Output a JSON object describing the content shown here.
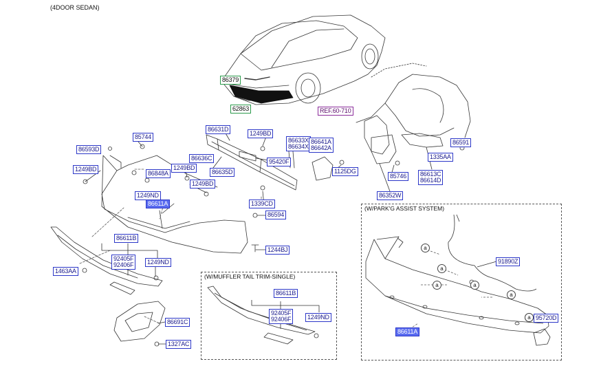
{
  "header": {
    "title": "(4DOOR SEDAN)"
  },
  "inset_muffler": {
    "title": "(W/MUFFLER TAIL TRIM-SINGLE)"
  },
  "inset_parking": {
    "title": "(W/PARK'G ASSIST SYSTEM)"
  },
  "callout_letter": "a",
  "colors": {
    "label_border": "#2b36c8",
    "label_text": "#1a1a8c",
    "selected_fill": "#5a6cf0",
    "green_border": "#2a9a4a",
    "ref_border": "#8a2a9a",
    "line": "#333333"
  },
  "parts": [
    {
      "id": "p86379",
      "text": "86379",
      "style": "grn"
    },
    {
      "id": "p62863",
      "text": "62863",
      "style": "grn"
    },
    {
      "id": "pref",
      "text": "REF.60-710",
      "style": "ref"
    },
    {
      "id": "p85744",
      "text": "85744"
    },
    {
      "id": "p86631D",
      "text": "86631D"
    },
    {
      "id": "p1249BD_a",
      "text": "1249BD"
    },
    {
      "id": "p86593D",
      "text": "86593D"
    },
    {
      "id": "p86636C",
      "text": "86636C"
    },
    {
      "id": "p86848A",
      "text": "86848A"
    },
    {
      "id": "p1249BD_b",
      "text": "1249BD"
    },
    {
      "id": "p86635D",
      "text": "86635D"
    },
    {
      "id": "p1249BD_c",
      "text": "1249BD"
    },
    {
      "id": "p1249BD_d",
      "text": "1249BD"
    },
    {
      "id": "p86633X",
      "text": "86633X\n86634X"
    },
    {
      "id": "p86641A",
      "text": "86641A\n86642A"
    },
    {
      "id": "p95420F",
      "text": "95420F"
    },
    {
      "id": "p1125DG",
      "text": "1125DG"
    },
    {
      "id": "p86591",
      "text": "86591"
    },
    {
      "id": "p1335AA",
      "text": "1335AA"
    },
    {
      "id": "p86613C",
      "text": "86613C\n86614D"
    },
    {
      "id": "p85746",
      "text": "85746"
    },
    {
      "id": "p86352W",
      "text": "86352W"
    },
    {
      "id": "p1249ND_a",
      "text": "1249ND"
    },
    {
      "id": "p86611A_a",
      "text": "86611A",
      "style": "sel"
    },
    {
      "id": "p1339CD",
      "text": "1339CD"
    },
    {
      "id": "p86594",
      "text": "86594"
    },
    {
      "id": "p86611B_a",
      "text": "86611B"
    },
    {
      "id": "p92405F_a",
      "text": "92405F\n92406F"
    },
    {
      "id": "p1249ND_b",
      "text": "1249ND"
    },
    {
      "id": "p1244BJ",
      "text": "1244BJ"
    },
    {
      "id": "p1463AA",
      "text": "1463AA"
    },
    {
      "id": "p86691C",
      "text": "86691C"
    },
    {
      "id": "p1327AC",
      "text": "1327AC"
    },
    {
      "id": "p86611B_b",
      "text": "86611B"
    },
    {
      "id": "p92405F_b",
      "text": "92405F\n92406F"
    },
    {
      "id": "p1249ND_c",
      "text": "1249ND"
    },
    {
      "id": "p91890Z",
      "text": "91890Z"
    },
    {
      "id": "p86611A_b",
      "text": "86611A",
      "style": "sel"
    },
    {
      "id": "p95720D",
      "text": "95720D"
    }
  ]
}
